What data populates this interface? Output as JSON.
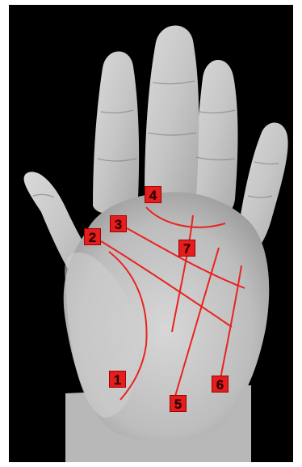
{
  "colors": {
    "background": "#000000",
    "palm_line": "#e8231f",
    "badge": "#e51d1d",
    "badge_text": "#2a0000"
  },
  "badges": [
    {
      "id": "1",
      "label": "1"
    },
    {
      "id": "2",
      "label": "2"
    },
    {
      "id": "3",
      "label": "3"
    },
    {
      "id": "4",
      "label": "4"
    },
    {
      "id": "5",
      "label": "5"
    },
    {
      "id": "6",
      "label": "6"
    },
    {
      "id": "7",
      "label": "7"
    }
  ]
}
